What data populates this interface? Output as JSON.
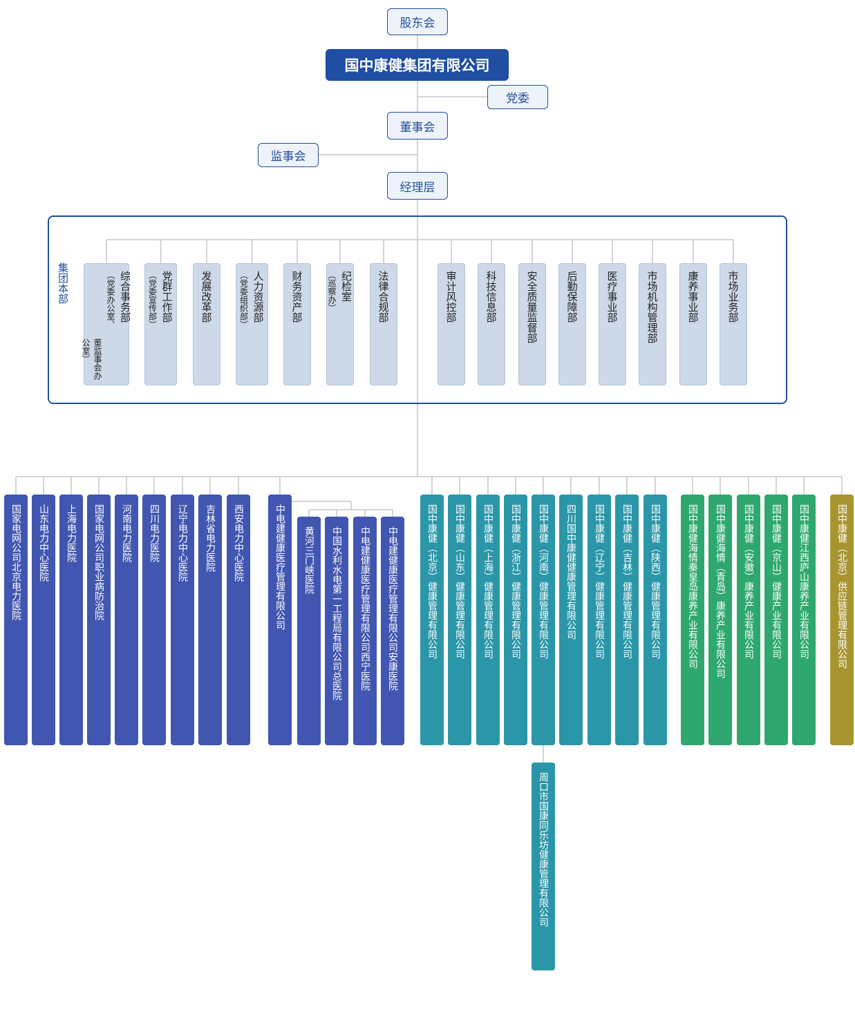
{
  "top": {
    "shareholders": "股东会",
    "group_name": "国中康健集团有限公司",
    "party_committee": "党委",
    "board": "董事会",
    "supervisory_board": "监事会",
    "management": "经理层"
  },
  "headquarters": {
    "label": "集团本部",
    "departments": [
      {
        "name": "综合事务部",
        "sub": "（党委办公室、",
        "sub2": "董监事会办公室）"
      },
      {
        "name": "党群工作部",
        "sub": "（党委宣传部）"
      },
      {
        "name": "发展改革部"
      },
      {
        "name": "人力资源部",
        "sub": "（党委组织部）"
      },
      {
        "name": "财务资产部"
      },
      {
        "name": "纪检室",
        "sub": "（巡察办）"
      },
      {
        "name": "法律合规部"
      },
      {
        "name": "审计风控部"
      },
      {
        "name": "科技信息部"
      },
      {
        "name": "安全质量监督部"
      },
      {
        "name": "后勤保障部"
      },
      {
        "name": "医疗事业部"
      },
      {
        "name": "市场机构管理部"
      },
      {
        "name": "康养事业部"
      },
      {
        "name": "市场业务部"
      }
    ]
  },
  "subsidiaries": {
    "hospitals": [
      "国家电网公司北京电力医院",
      "山东电力中心医院",
      "上海电力医院",
      "国家电网公司职业病防治院",
      "河南电力医院",
      "四川电力医院",
      "辽宁电力中心医院",
      "吉林省电力医院",
      "西安电力中心医院"
    ],
    "powerchina": {
      "parent": "中电建健康医疗管理有限公司",
      "children": [
        "黄河三门峡医院",
        "中国水利水电第一工程局有限公司总医院",
        "中电建健康医疗管理有限公司西宁医院",
        "中电建健康医疗管理有限公司安康医院"
      ]
    },
    "health_mgmt": [
      "国中康健（北京）健康管理有限公司",
      "国中康健（山东）健康管理有限公司",
      "国中康健（上海）健康管理有限公司",
      "国中康健（浙江）健康管理有限公司",
      "国中康健（河南）健康管理有限公司",
      "四川国中康健健康管理有限公司",
      "国中康健（辽宁）健康管理有限公司",
      "国中康健（吉林）健康管理有限公司",
      "国中康健（陕西）健康管理有限公司"
    ],
    "henan_child": "周口市国康同乐坊健康管理有限公司",
    "elder_care": [
      "国中康健海情秦皇岛康养产业有限公司",
      "国中康健海情（青岛）康养产业有限公司",
      "国中康健（安徽）康养产业有限公司",
      "国中康健（京山）健康产业有限公司",
      "国中康健江西庐山康养产业有限公司"
    ],
    "supply_chain": "国中康健（北京）供应链管理有限公司"
  },
  "colors": {
    "frame": "#1f4e9c",
    "hospital": "#4156b0",
    "health": "#2a96a8",
    "elder": "#2ea86e",
    "supply": "#a89530",
    "connector": "#c5c5c5"
  }
}
